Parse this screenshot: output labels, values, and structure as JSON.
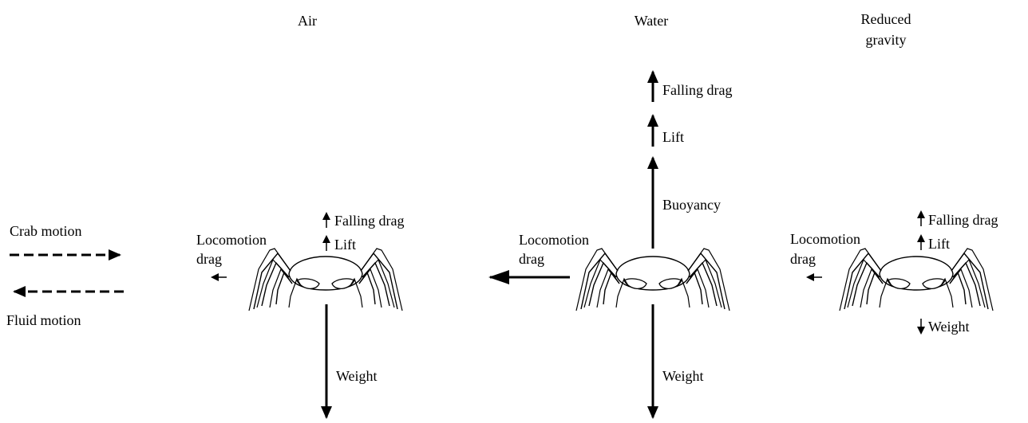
{
  "headers": {
    "air": "Air",
    "water": "Water",
    "reduced_gravity_line1": "Reduced",
    "reduced_gravity_line2": "gravity"
  },
  "legend": {
    "crab_motion": "Crab motion",
    "fluid_motion": "Fluid motion"
  },
  "air": {
    "falling_drag": "Falling drag",
    "lift": "Lift",
    "locomotion_drag_line1": "Locomotion",
    "locomotion_drag_line2": "drag",
    "weight": "Weight"
  },
  "water": {
    "falling_drag": "Falling drag",
    "lift": "Lift",
    "buoyancy": "Buoyancy",
    "locomotion_drag_line1": "Locomotion",
    "locomotion_drag_line2": "drag",
    "weight": "Weight"
  },
  "reduced": {
    "falling_drag": "Falling drag",
    "lift": "Lift",
    "locomotion_drag_line1": "Locomotion",
    "locomotion_drag_line2": "drag",
    "weight": "Weight"
  }
}
